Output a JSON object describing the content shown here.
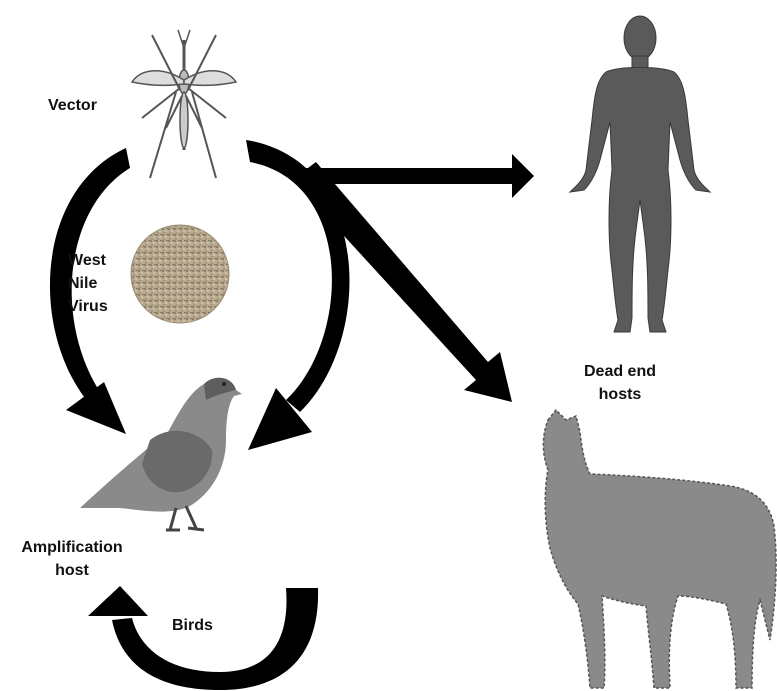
{
  "labels": {
    "vector": "Vector",
    "virus": [
      "West",
      "Nile",
      "Virus"
    ],
    "amplification_host": [
      "Amplification",
      "host"
    ],
    "birds": "Birds",
    "dead_end_hosts": [
      "Dead end",
      "hosts"
    ]
  },
  "colors": {
    "arrow": "#000000",
    "human": "#5a5a5a",
    "wolf": "#8a8a8a",
    "bird": "#7a7a7a",
    "virus": "#a89880"
  }
}
